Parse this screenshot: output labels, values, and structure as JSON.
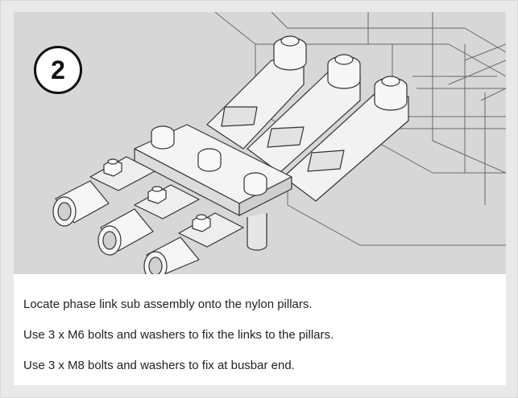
{
  "step": {
    "number": "2"
  },
  "instructions": [
    "Locate phase link sub assembly onto the nylon pillars.",
    "Use 3 x M6 bolts and washers to fix the links to the pillars.",
    "Use 3 x M8 bolts and washers to fix at busbar end."
  ],
  "colors": {
    "panel_background": "#e9e9e9",
    "figure_background": "#d7d7d7",
    "text": "#222222"
  }
}
